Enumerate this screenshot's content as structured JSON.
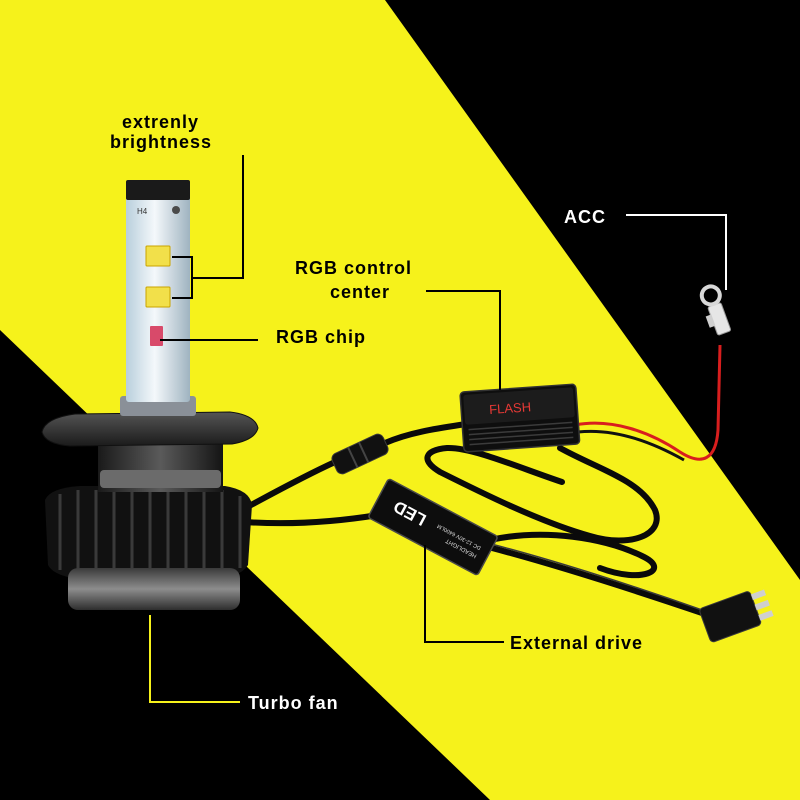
{
  "callouts": {
    "brightness": {
      "line1": "extrenly",
      "line2": "brightness"
    },
    "rgb_control_center": {
      "line1": "RGB control",
      "line2": "center"
    },
    "rgb_chip": "RGB chip",
    "acc": "ACC",
    "external_drive": "External drive",
    "turbo_fan": "Turbo fan"
  },
  "product_marks": {
    "bulb_model": "H4",
    "controller_label": "FLASH",
    "driver_label": "LED",
    "driver_sublabel": "HEADLIGHT",
    "driver_spec": "DC 12-30V 6400LM"
  },
  "colors": {
    "background_yellow": "#F6F21B",
    "background_black": "#000000",
    "controller_label": "#E53935",
    "acc_wire": "#D81E1E"
  }
}
